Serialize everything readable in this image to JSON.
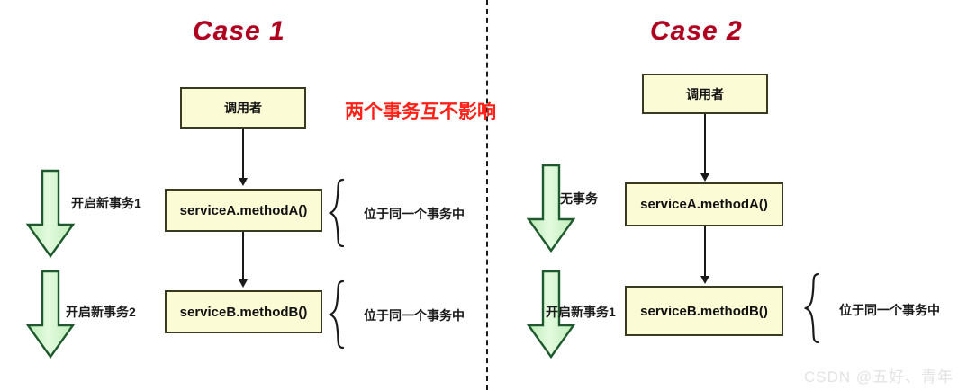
{
  "figure": {
    "red_note": "两个事务互不影响",
    "watermark": "CSDN @五好、青年",
    "divider": "dashed-vertical-divider"
  },
  "case1": {
    "title": "Case 1",
    "caller_box": "调用者",
    "service_a_box": "serviceA.methodA()",
    "service_b_box": "serviceB.methodB()",
    "left_label_1": "开启新事务1",
    "left_label_2": "开启新事务2",
    "brace_label_1": "位于同一个事务中",
    "brace_label_2": "位于同一个事务中"
  },
  "case2": {
    "title": "Case 2",
    "caller_box": "调用者",
    "service_a_box": "serviceA.methodA()",
    "service_b_box": "serviceB.methodB()",
    "left_label_1": "无事务",
    "left_label_2": "开启新事务1",
    "brace_label_1": "位于同一个事务中"
  },
  "colors": {
    "box_fill": "#FBFBD6",
    "box_border": "#3A3A20",
    "title_red": "#B00020",
    "note_red": "#FF2218",
    "arrow_green_fill": "#CFF5CC",
    "arrow_green_border": "#1F5A2E",
    "line_black": "#1A1A1A",
    "watermark_gray": "#E3E3E3"
  }
}
